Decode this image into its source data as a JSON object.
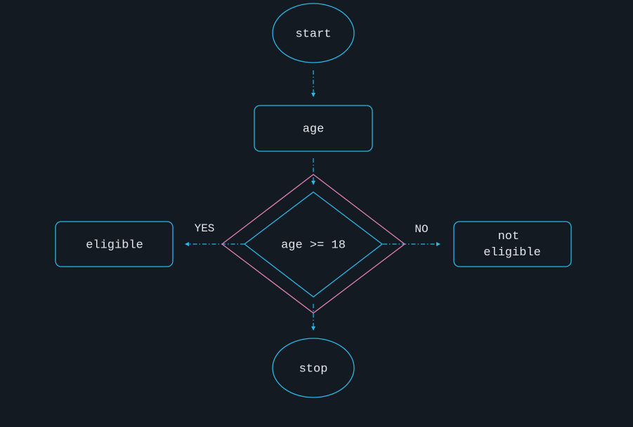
{
  "colors": {
    "background": "#131a21",
    "node_stroke": "#2ab6e6",
    "decision_outer_stroke": "#e07fb8",
    "edge": "#2ab6e6",
    "text": "#e3e7ec"
  },
  "nodes": {
    "start": {
      "label": "start"
    },
    "input_age": {
      "label": "age"
    },
    "decision": {
      "label": "age >= 18"
    },
    "eligible": {
      "label": "eligible"
    },
    "not_eligible": {
      "line1": "not",
      "line2": "eligible"
    },
    "stop": {
      "label": "stop"
    }
  },
  "edges": {
    "yes_label": "YES",
    "no_label": "NO"
  }
}
